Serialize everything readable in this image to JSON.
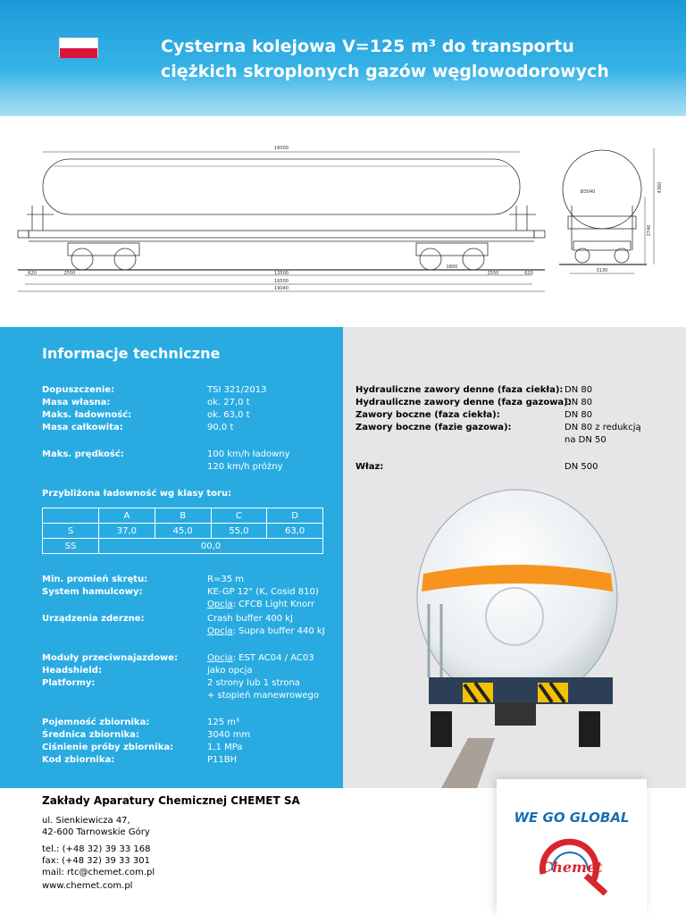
{
  "header": {
    "title_line1": "Cysterna kolejowa V=125 m³ do transportu",
    "title_line2": "ciężkich skroplonych gazów węglowodorowych"
  },
  "drawing": {
    "dim_total_top": "16000",
    "dim_left_offset": "620",
    "dim_left_span": "2550",
    "dim_center": "13500",
    "dim_bogie": "1800",
    "dim_right_span": "2550",
    "dim_right_offset": "620",
    "dim_length1": "16500",
    "dim_length2": "19040",
    "dim_diameter": "Ø3040",
    "dim_height": "4360",
    "dim_width": "3130",
    "dim_axle": "2740"
  },
  "tech": {
    "section_title": "Informacje techniczne",
    "rows1": [
      {
        "k": "Dopuszczenie:",
        "v": "TSI 321/2013"
      },
      {
        "k": "Masa własna:",
        "v": "ok. 27,0 t"
      },
      {
        "k": "Maks. ładowność:",
        "v": "ok. 63,0 t"
      },
      {
        "k": "Masa całkowita:",
        "v": "90,0 t"
      }
    ],
    "speed_k": "Maks. prędkość:",
    "speed_v1": "100 km/h ładowny",
    "speed_v2": "120 km/h próżny",
    "load_title": "Przybliżona ładowność wg klasy toru:",
    "load_table": {
      "headers": [
        "A",
        "B",
        "C",
        "D"
      ],
      "row_s_label": "S",
      "row_s": [
        "37,0",
        "45,0",
        "55,0",
        "63,0"
      ],
      "row_ss_label": "SS",
      "row_ss": "00,0"
    },
    "radius_k": "Min. promień skrętu:",
    "radius_v": "R=35 m",
    "brake_k": "System hamulcowy:",
    "brake_v1": "KE-GP 12\" (K, Cosid 810)",
    "brake_opt": "Opcja",
    "brake_v2": ": CFCB Light Knorr",
    "buffer_k": "Urządzenia zderzne:",
    "buffer_v1": "Crash buffer 400 kJ",
    "buffer_opt": "Opcja",
    "buffer_v2": ": Supra buffer 440 kJ",
    "anticlimb_k": "Moduły przeciwnajazdowe:",
    "anticlimb_opt": "Opcja",
    "anticlimb_v": ": EST AC04 / AC03",
    "headshield_k": "Headshield:",
    "headshield_v": "jako opcja",
    "platform_k": "Platformy:",
    "platform_v1": "2 strony lub 1 strona",
    "platform_v2": "+ stopień manewrowego",
    "rows2": [
      {
        "k": "Pojemność zbiornika:",
        "v": "125 m³"
      },
      {
        "k": "Średnica zbiornika:",
        "v": "3040 mm"
      },
      {
        "k": "Ciśnienie próby zbiornika:",
        "v": "1,1 MPa"
      },
      {
        "k": "Kod zbiornika:",
        "v": "P11BH"
      }
    ]
  },
  "valves": {
    "rows": [
      {
        "k": "Hydrauliczne zawory denne (faza ciekła):",
        "v": "DN 80"
      },
      {
        "k": "Hydrauliczne zawory denne (faza gazowa):",
        "v": "DN 80"
      },
      {
        "k": "Zawory boczne (faza ciekła):",
        "v": "DN 80"
      },
      {
        "k": "Zawory boczne (fazie gazowa):",
        "v": "DN 80 z redukcją"
      }
    ],
    "extra_v": "na DN 50",
    "manhole_k": "Właz:",
    "manhole_v": "DN 500"
  },
  "footer": {
    "company": "Zakłady Aparatury Chemicznej CHEMET SA",
    "street": "ul. Sienkiewicza 47,",
    "city": "42-600 Tarnowskie Góry",
    "tel": "tel.: (+48 32) 39 33 168",
    "fax": "fax: (+48 32) 39 33 301",
    "mail": "mail: rtc@chemet.com.pl",
    "web": "www.chemet.com.pl",
    "slogan": "WE GO GLOBAL",
    "logo_text": "Chemet"
  }
}
